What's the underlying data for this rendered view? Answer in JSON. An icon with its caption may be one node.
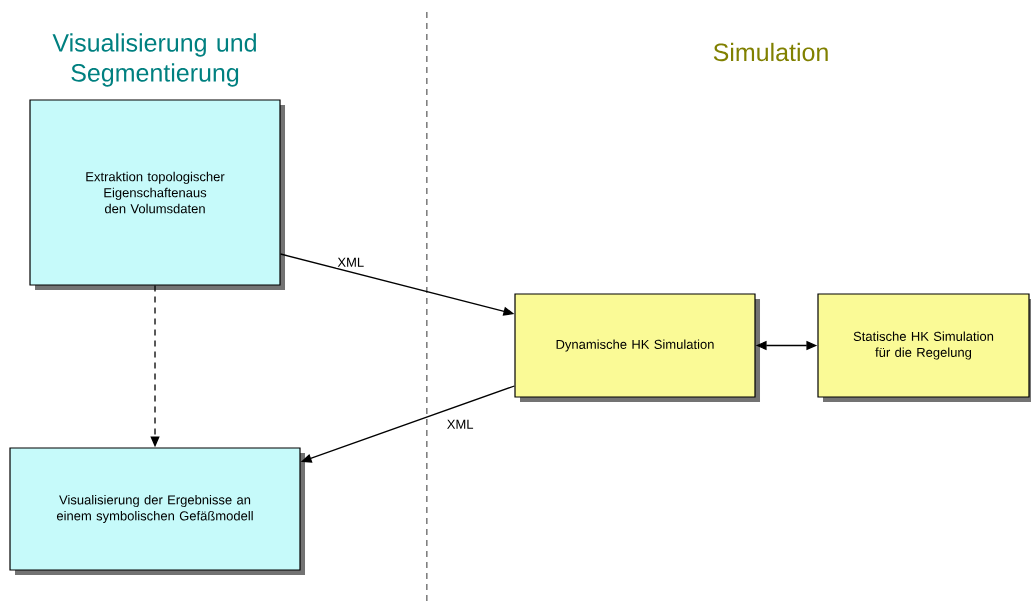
{
  "diagram": {
    "nodes": [
      {
        "text": [
          "Extraktion topologischer Eigenschaftenaus den Volumsdaten"
        ]
      },
      {
        "text": [
          "Visualisierung der Ergebnisse an einem symbolischen Gefäßmodell"
        ]
      },
      {
        "text": [
          "Dynamische HK Simulation"
        ]
      },
      {
        "text": [
          "Statische HK Simulation für die Regelung"
        ]
      }
    ],
    "edges": [
      {
        "from": 0,
        "to": 2,
        "arrow": "to",
        "label": "XML"
      },
      {
        "from": 2,
        "to": 1,
        "arrow": "to",
        "label": "XML"
      },
      {
        "from": 0,
        "to": 1,
        "arrow": "to",
        "style": "dashed"
      },
      {
        "from": 2,
        "to": 3,
        "arrow": "both"
      }
    ],
    "labels": [
      "Visualisierung und Segmentierung",
      "Simulation"
    ]
  }
}
